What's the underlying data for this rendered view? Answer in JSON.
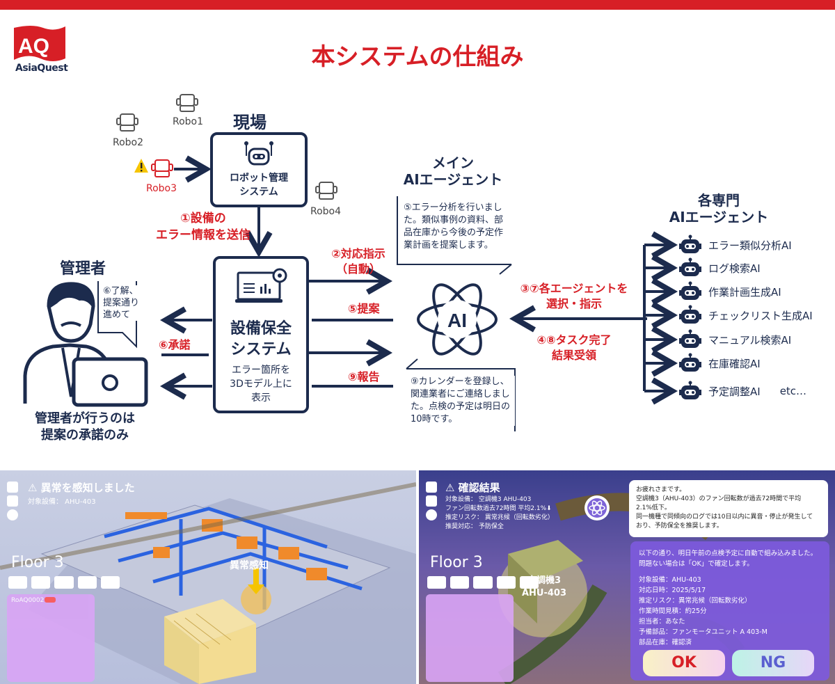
{
  "title": "本システムの仕組み",
  "logo": {
    "mark": "AQ",
    "name": "AsiaQuest"
  },
  "site": {
    "heading": "現場",
    "system_line1": "ロボット管理",
    "system_line2": "システム",
    "robots": [
      "Robo1",
      "Robo2",
      "Robo3",
      "Robo4"
    ],
    "step1_line1": "①設備の",
    "step1_line2": "エラー情報を送信"
  },
  "maintenance": {
    "name_line1": "設備保全",
    "name_line2": "システム",
    "desc_line1": "エラー箇所を",
    "desc_line2": "3Dモデル上に",
    "desc_line3": "表示"
  },
  "manager": {
    "heading": "管理者",
    "bubble_line1": "⑥了解、",
    "bubble_line2": "提案通り",
    "bubble_line3": "進めて",
    "caption_line1": "管理者が行うのは",
    "caption_line2": "提案の承諾のみ"
  },
  "flows": {
    "step2_line1": "②対応指示",
    "step2_line2": "（自動）",
    "step5": "⑤提案",
    "step6": "⑥承諾",
    "step9": "⑨報告",
    "step37_line1": "③⑦各エージェントを",
    "step37_line2": "選択・指示",
    "step48_line1": "④⑧タスク完了",
    "step48_line2": "結果受領"
  },
  "main_agent": {
    "heading_line1": "メイン",
    "heading_line2": "AIエージェント",
    "core": "AI",
    "bubble_top_line1": "⑤エラー分析を行いまし",
    "bubble_top_line2": "た。類似事例の資料、部",
    "bubble_top_line3": "品在庫から今後の予定作",
    "bubble_top_line4": "業計画を提案します。",
    "bubble_bottom_line1": "⑨カレンダーを登録し、",
    "bubble_bottom_line2": "関連業者にご連絡しまし",
    "bubble_bottom_line3": "た。点検の予定は明日の",
    "bubble_bottom_line4": "10時です。"
  },
  "specialists": {
    "heading_line1": "各専門",
    "heading_line2": "AIエージェント",
    "items": [
      "エラー類似分析AI",
      "ログ検索AI",
      "作業計画生成AI",
      "チェックリスト生成AI",
      "マニュアル検索AI",
      "在庫確認AI",
      "予定調整AI"
    ],
    "etc": "etc…"
  },
  "screen_left": {
    "alert": "⚠ 異常を感知しました",
    "target": "対象設備： AHU-403",
    "floor": "Floor 3",
    "detect_label": "異常感知",
    "card_id": "RoAQ0002"
  },
  "screen_right": {
    "heading": "⚠ 確認結果",
    "info_lines": [
      "対象設備： 空調機3 AHU-403",
      "ファン回転数過去72時間 平均2.1%⬇",
      "推定リスク： 異常兆候（回転数劣化）",
      "推奨対応： 予防保全"
    ],
    "floor": "Floor 3",
    "unit_line1": "空調機3",
    "unit_line2": "AHU-403",
    "msg_lines": [
      "お疲れさまです。",
      "空調機3（AHU-403）のファン回転数が過去72時間で平均",
      "2.1%低下。",
      "同一機種で同傾向のログでは10日以内に異音・停止が発生して",
      "おり、予防保全を推奨します。"
    ],
    "plan_lines": [
      "以下の通り、明日午前の点検予定に自動で組み込みました。",
      "問題ない場合は「OK」で確定します。",
      "",
      "対象設備：AHU-403",
      "対応日時：2025/5/17",
      "推定リスク：異常兆候（回転数劣化）",
      "作業時間見積：約25分",
      "担当者：あなた",
      "予備部品：ファンモータユニット A 403-M",
      "部品在庫：確認済"
    ],
    "ok": "OK",
    "ng": "NG"
  }
}
